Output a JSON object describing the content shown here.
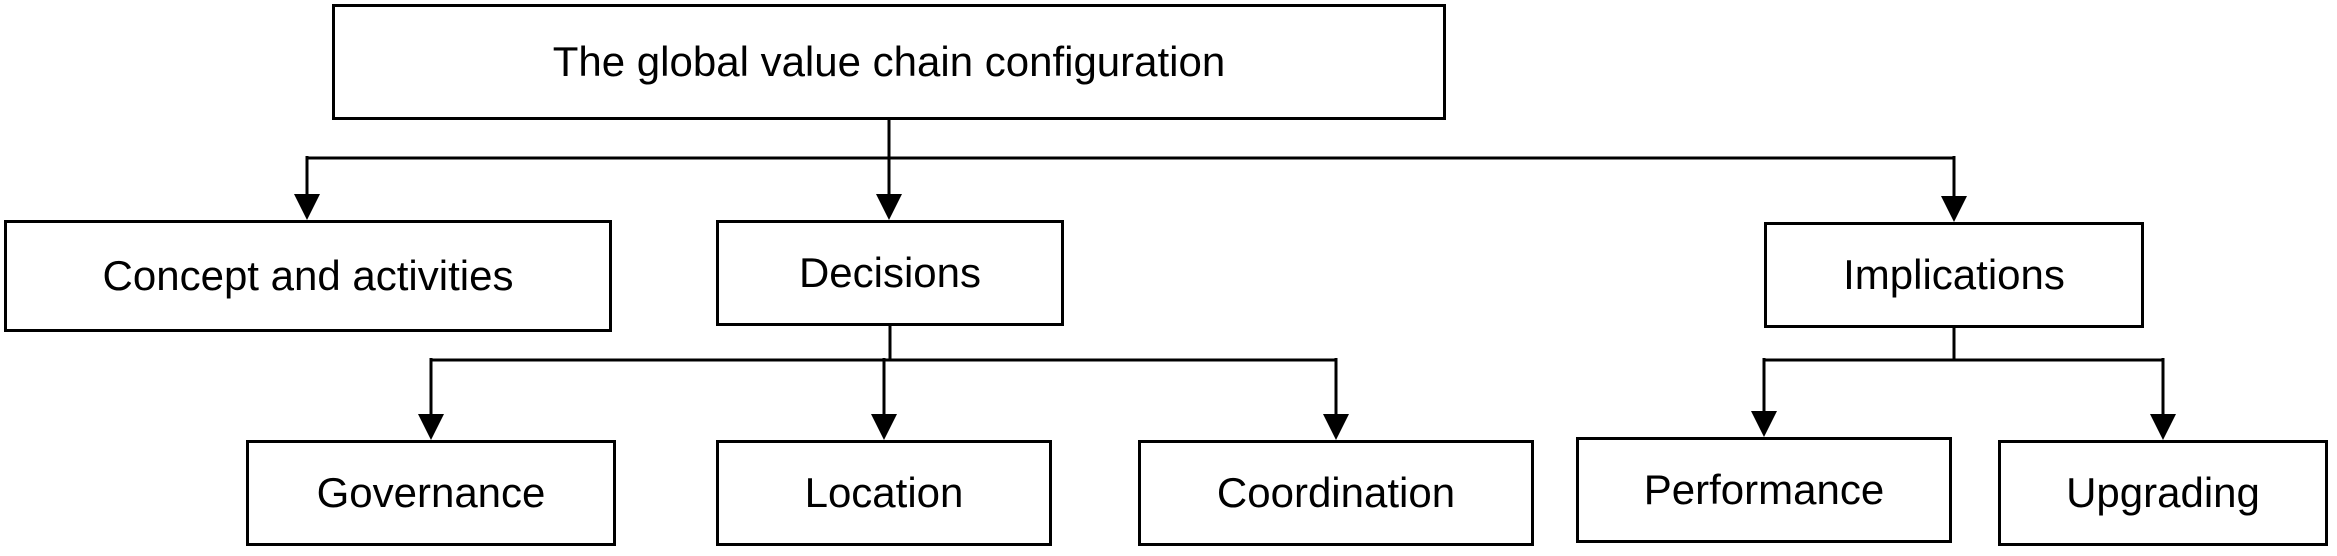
{
  "diagram": {
    "nodes": {
      "root": {
        "label": "The global value chain configuration"
      },
      "concept": {
        "label": "Concept and activities"
      },
      "decisions": {
        "label": "Decisions"
      },
      "implications": {
        "label": "Implications"
      },
      "governance": {
        "label": "Governance"
      },
      "location": {
        "label": "Location"
      },
      "coordination": {
        "label": "Coordination"
      },
      "performance": {
        "label": "Performance"
      },
      "upgrading": {
        "label": "Upgrading"
      }
    },
    "edges": [
      {
        "from": "root",
        "to": "concept"
      },
      {
        "from": "root",
        "to": "decisions"
      },
      {
        "from": "root",
        "to": "implications"
      },
      {
        "from": "decisions",
        "to": "governance"
      },
      {
        "from": "decisions",
        "to": "location"
      },
      {
        "from": "decisions",
        "to": "coordination"
      },
      {
        "from": "implications",
        "to": "performance"
      },
      {
        "from": "implications",
        "to": "upgrading"
      }
    ]
  }
}
